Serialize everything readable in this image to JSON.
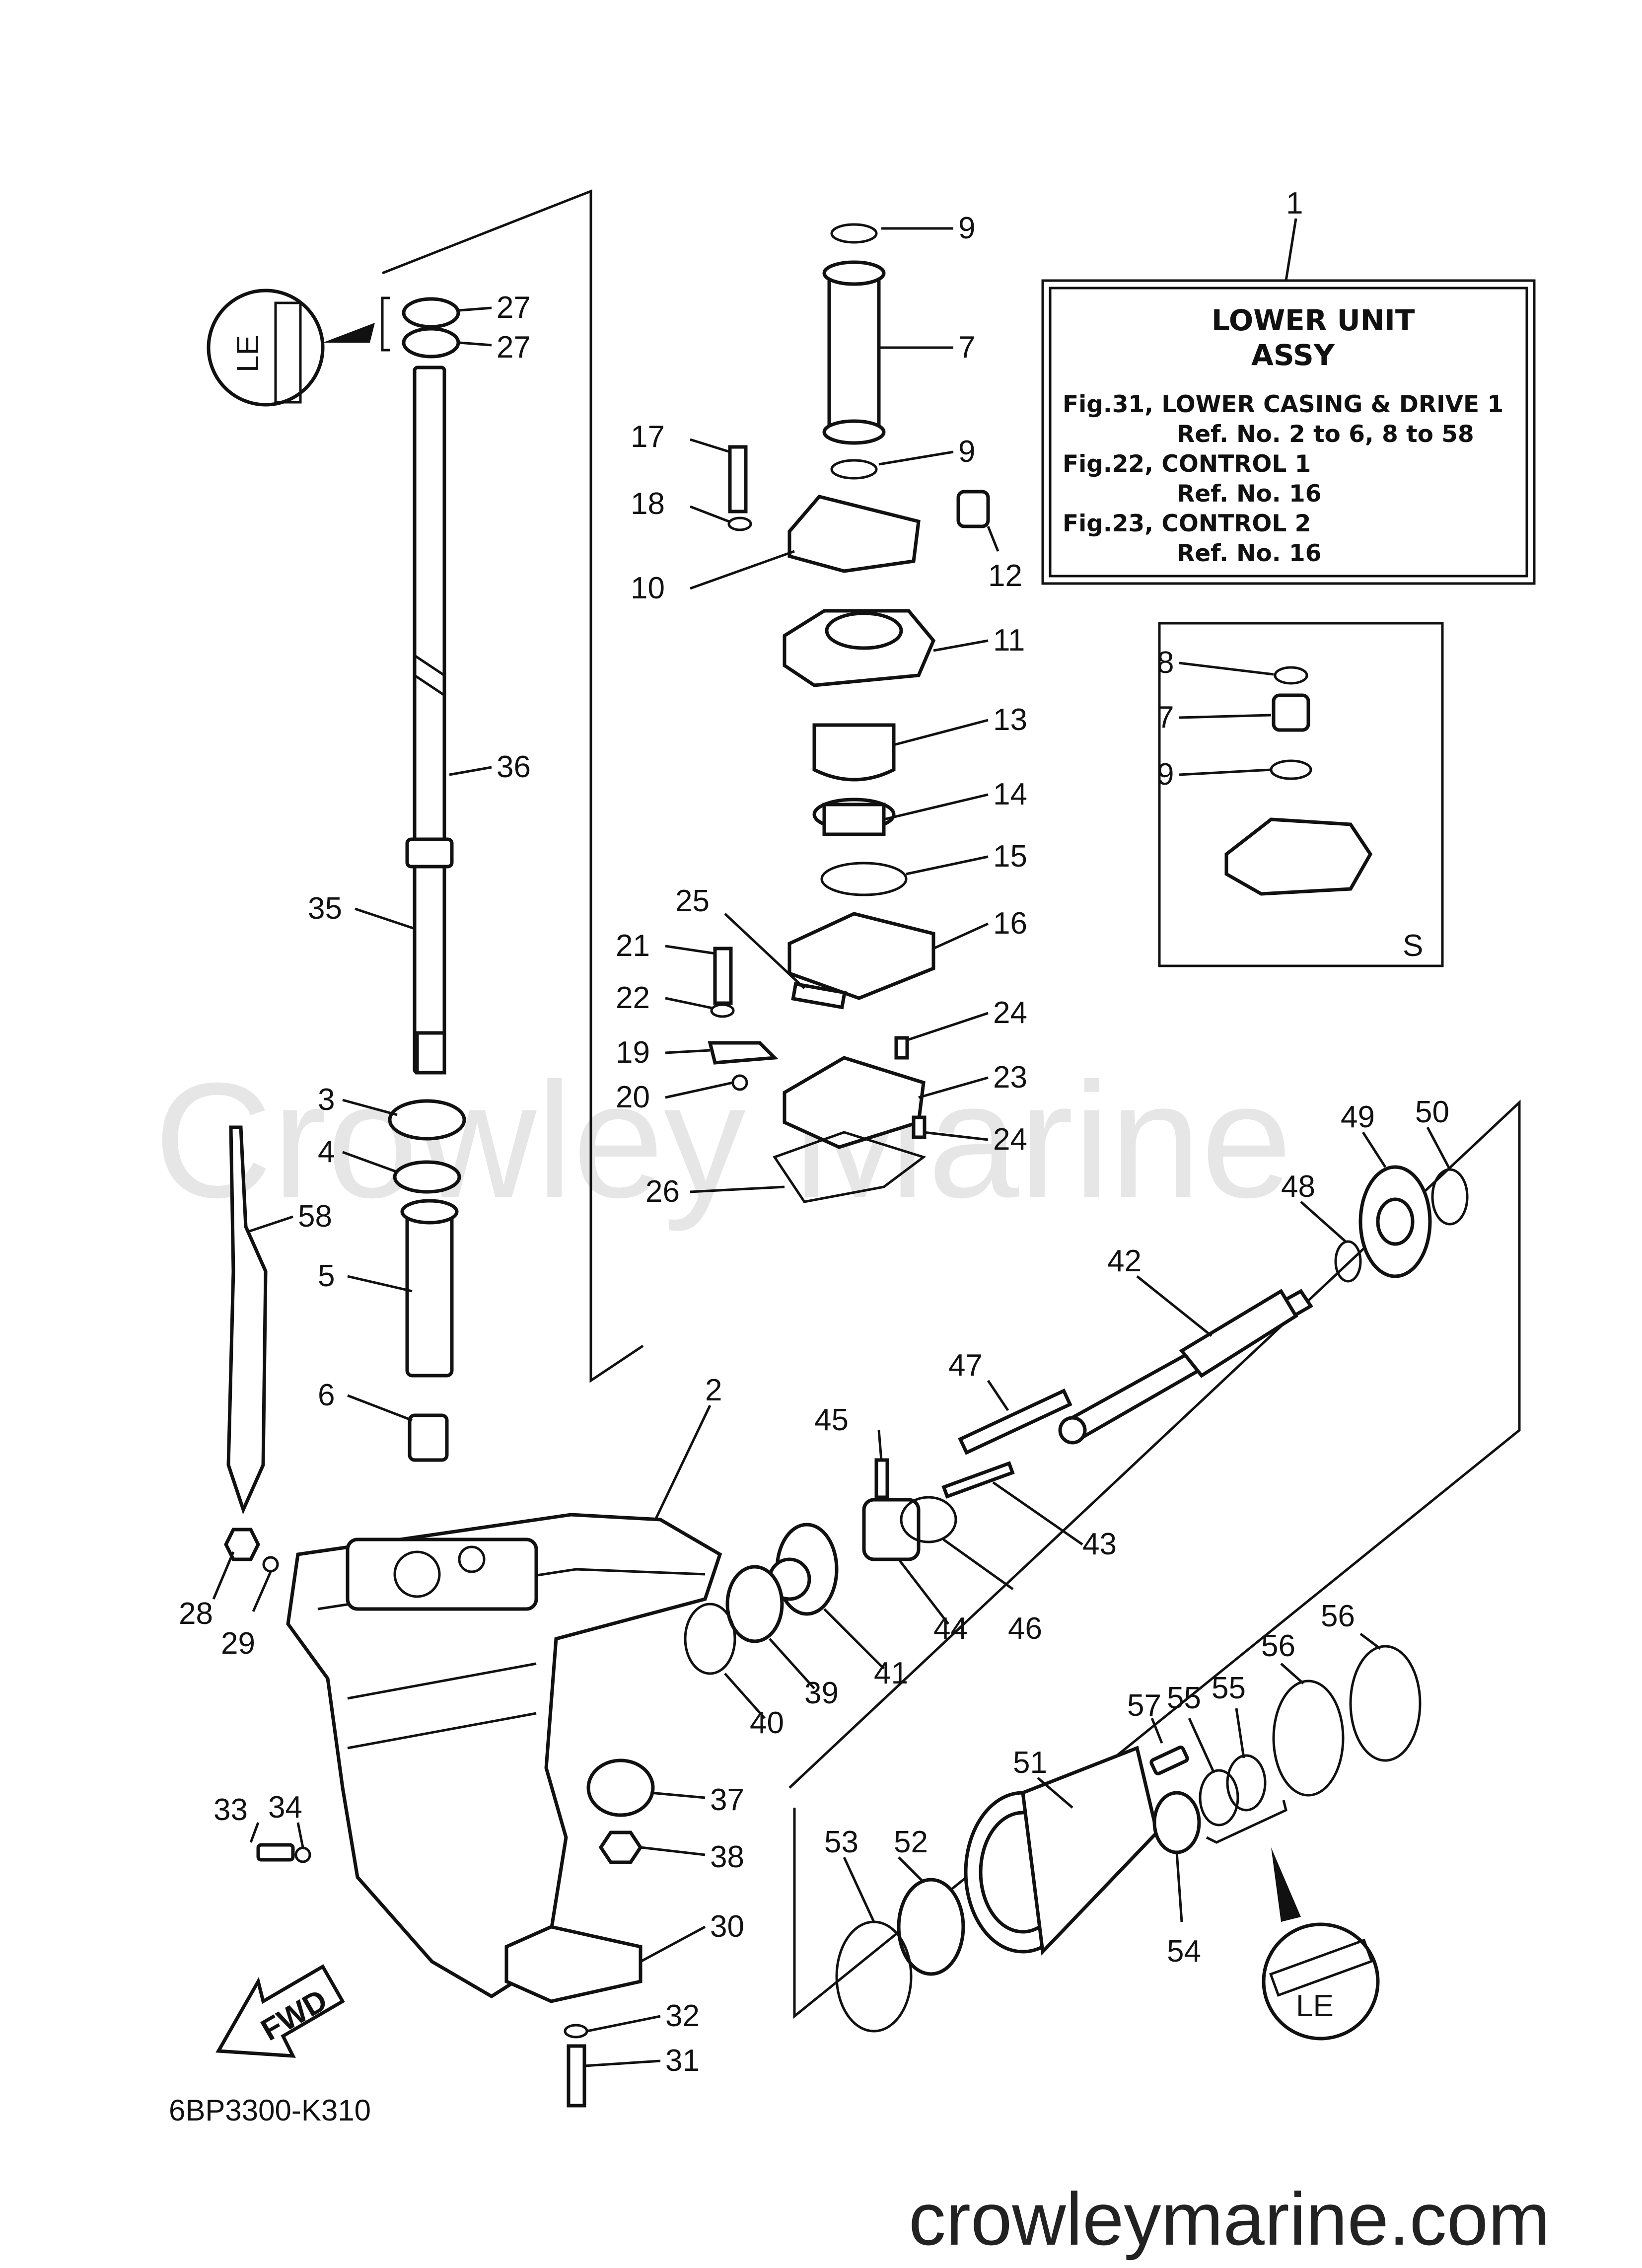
{
  "watermark": "Crowley Marine",
  "footer_url": "crowleymarine.com",
  "diagram_code": "6BP3300-K310",
  "fwd_label": "FWD",
  "info_box": {
    "ref": "1",
    "title_line1": "LOWER UNIT",
    "title_line2": "ASSY",
    "lines": [
      "Fig.31, LOWER CASING & DRIVE 1",
      "Ref. No. 2 to 6, 8 to 58",
      "Fig.22, CONTROL 1",
      "Ref. No. 16",
      "Fig.23, CONTROL 2",
      "Ref. No. 16"
    ]
  },
  "inset_box": {
    "label": "S",
    "refs": [
      "8",
      "7",
      "9"
    ]
  },
  "grease_symbol": "LE",
  "callouts": [
    "9",
    "7",
    "9",
    "17",
    "18",
    "10",
    "12",
    "11",
    "13",
    "14",
    "15",
    "25",
    "16",
    "21",
    "22",
    "24",
    "19",
    "23",
    "20",
    "24",
    "26",
    "27",
    "27",
    "36",
    "35",
    "3",
    "4",
    "58",
    "5",
    "6",
    "2",
    "45",
    "47",
    "42",
    "48",
    "49",
    "50",
    "43",
    "46",
    "44",
    "41",
    "39",
    "40",
    "28",
    "29",
    "33",
    "34",
    "37",
    "38",
    "30",
    "32",
    "31",
    "57",
    "55",
    "55",
    "56",
    "56",
    "51",
    "52",
    "53",
    "54"
  ]
}
